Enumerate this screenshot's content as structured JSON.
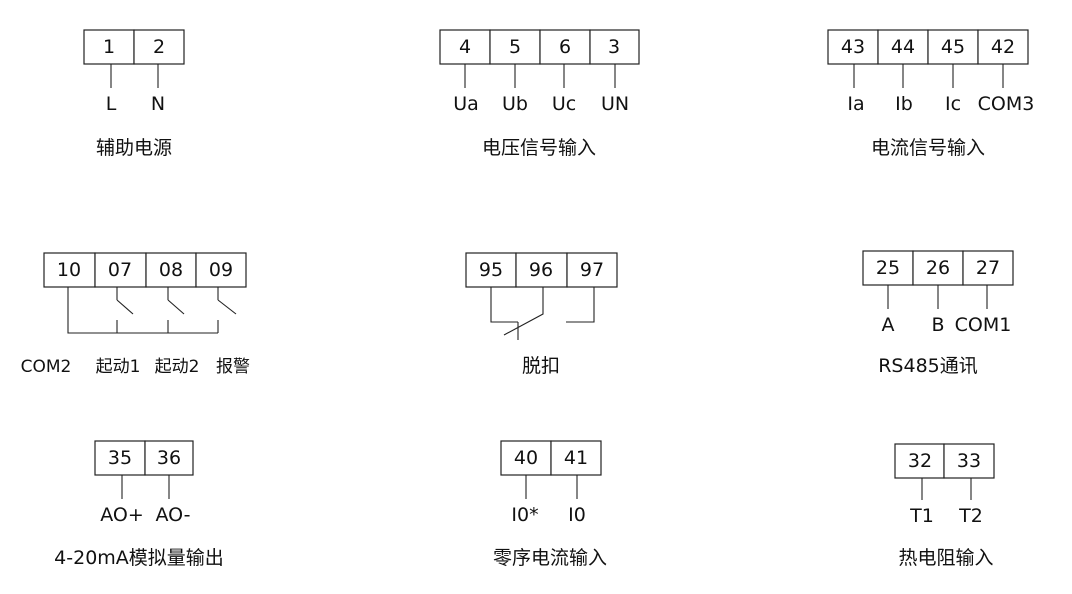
{
  "aux_power": {
    "terminals": [
      "1",
      "2"
    ],
    "signals": [
      "L",
      "N"
    ],
    "title": "辅助电源"
  },
  "voltage_input": {
    "terminals": [
      "4",
      "5",
      "6",
      "3"
    ],
    "signals": [
      "Ua",
      "Ub",
      "Uc",
      "UN"
    ],
    "title": "电压信号输入"
  },
  "current_input": {
    "terminals": [
      "43",
      "44",
      "45",
      "42"
    ],
    "signals": [
      "Ia",
      "Ib",
      "Ic",
      "COM3"
    ],
    "title": "电流信号输入"
  },
  "relay_output": {
    "terminals": [
      "10",
      "07",
      "08",
      "09"
    ],
    "labels": [
      "COM2",
      "起动1",
      "起动2",
      "报警"
    ]
  },
  "trip": {
    "terminals": [
      "95",
      "96",
      "97"
    ],
    "title": "脱扣"
  },
  "rs485": {
    "terminals": [
      "25",
      "26",
      "27"
    ],
    "signals": [
      "A",
      "B",
      "COM1"
    ],
    "title": "RS485通讯"
  },
  "analog_output": {
    "terminals": [
      "35",
      "36"
    ],
    "signals": [
      "AO+",
      "AO-"
    ],
    "title": "4-20mA模拟量输出"
  },
  "zero_seq": {
    "terminals": [
      "40",
      "41"
    ],
    "signals": [
      "I0*",
      "I0"
    ],
    "title": "零序电流输入"
  },
  "rtd_input": {
    "terminals": [
      "32",
      "33"
    ],
    "signals": [
      "T1",
      "T2"
    ],
    "title": "热电阻输入"
  }
}
